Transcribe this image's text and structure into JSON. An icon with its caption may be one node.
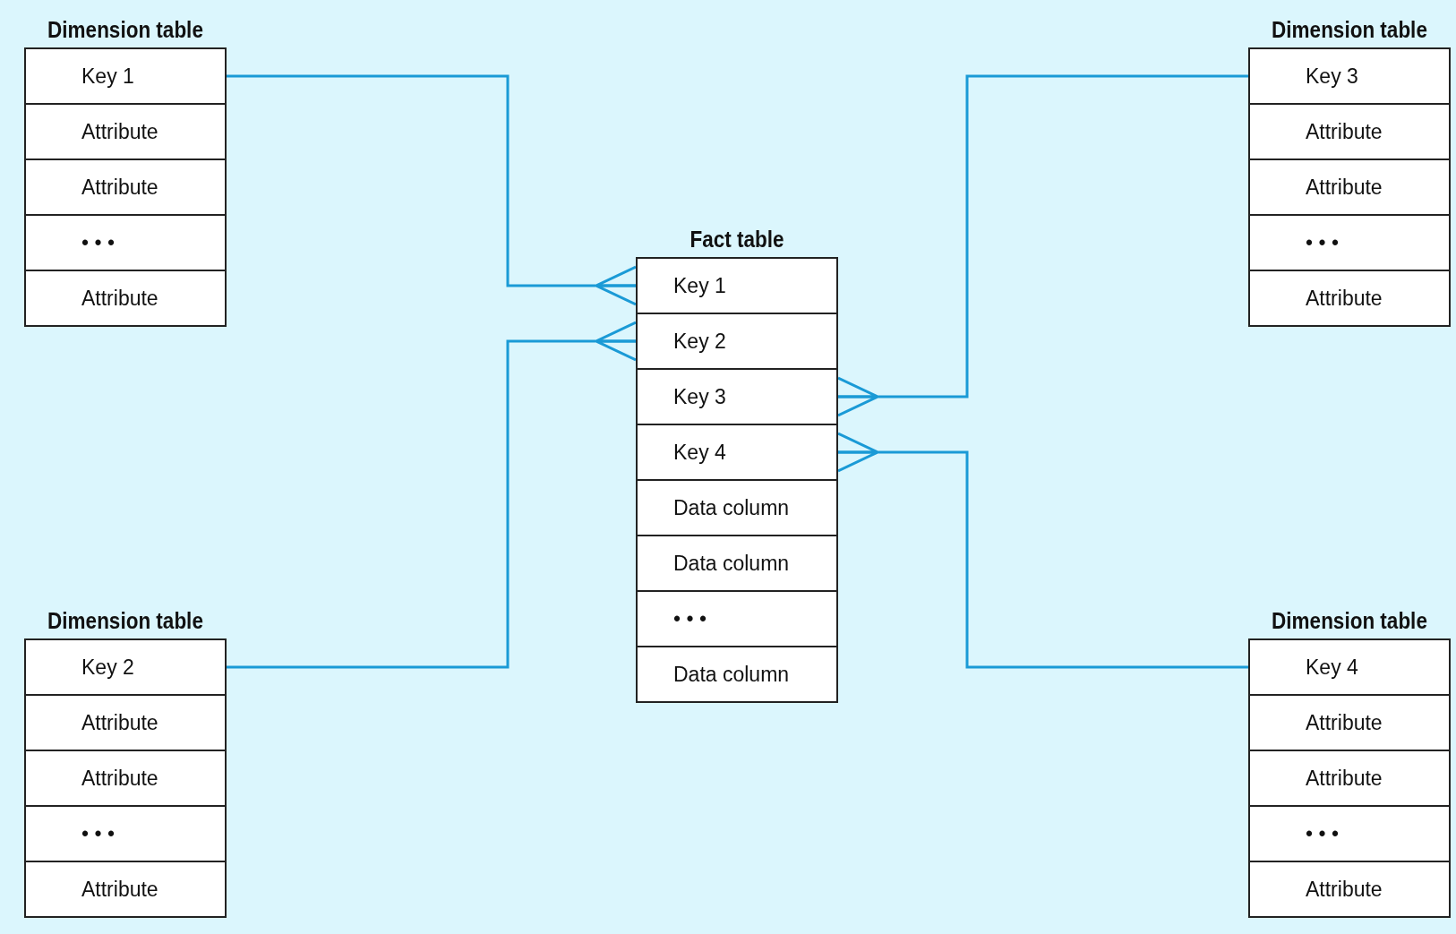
{
  "diagram": {
    "nodes": [
      {
        "text": [
          "Dimension table"
        ]
      },
      {
        "text": [
          "Key 1"
        ],
        "in": 0
      },
      {
        "text": [
          "Attribute"
        ],
        "in": 0
      },
      {
        "text": [
          "Attribute"
        ],
        "in": 0
      },
      {
        "text": [
          "• • •"
        ],
        "in": 0
      },
      {
        "text": [
          "Attribute"
        ],
        "in": 0
      },
      {
        "text": [
          "Dimension table"
        ]
      },
      {
        "text": [
          "Key 3"
        ],
        "in": 6
      },
      {
        "text": [
          "Attribute"
        ],
        "in": 6
      },
      {
        "text": [
          "Attribute"
        ],
        "in": 6
      },
      {
        "text": [
          "• • •"
        ],
        "in": 6
      },
      {
        "text": [
          "Attribute"
        ],
        "in": 6
      },
      {
        "text": [
          "Fact table"
        ]
      },
      {
        "text": [
          "Key 1"
        ],
        "in": 12
      },
      {
        "text": [
          "Key 2"
        ],
        "in": 12
      },
      {
        "text": [
          "Key 3"
        ],
        "in": 12
      },
      {
        "text": [
          "Key 4"
        ],
        "in": 12
      },
      {
        "text": [
          "Data column"
        ],
        "in": 12
      },
      {
        "text": [
          "Data column"
        ],
        "in": 12
      },
      {
        "text": [
          "• • •"
        ],
        "in": 12
      },
      {
        "text": [
          "Data column"
        ],
        "in": 12
      },
      {
        "text": [
          "Dimension table"
        ]
      },
      {
        "text": [
          "Key 2"
        ],
        "in": 21
      },
      {
        "text": [
          "Attribute"
        ],
        "in": 21
      },
      {
        "text": [
          "Attribute"
        ],
        "in": 21
      },
      {
        "text": [
          "• • •"
        ],
        "in": 21
      },
      {
        "text": [
          "Attribute"
        ],
        "in": 21
      },
      {
        "text": [
          "Dimension table"
        ]
      },
      {
        "text": [
          "Key 4"
        ],
        "in": 27
      },
      {
        "text": [
          "Attribute"
        ],
        "in": 27
      },
      {
        "text": [
          "Attribute"
        ],
        "in": 27
      },
      {
        "text": [
          "• • •"
        ],
        "in": 27
      },
      {
        "text": [
          "Attribute"
        ],
        "in": 27
      }
    ],
    "edges": [
      {
        "from": 1,
        "to": 13,
        "arrow": "other"
      },
      {
        "from": 22,
        "to": 14,
        "arrow": "other"
      },
      {
        "from": 7,
        "to": 15,
        "arrow": "other"
      },
      {
        "from": 28,
        "to": 16,
        "arrow": "other"
      }
    ]
  }
}
